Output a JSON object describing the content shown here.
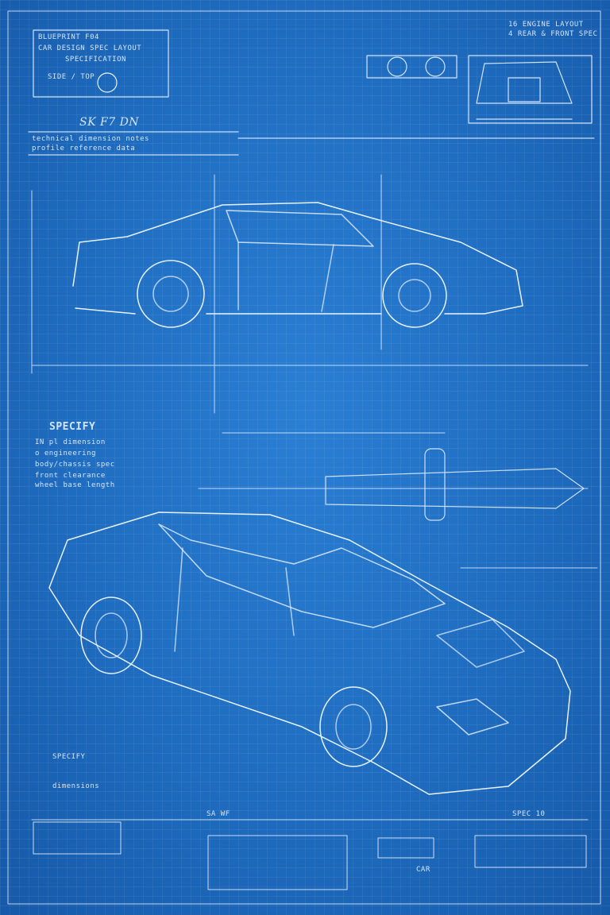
{
  "title_block": {
    "line1": "BLUEPRINT F04",
    "line2": "CAR DESIGN SPEC LAYOUT",
    "line3": "SPECIFICATION",
    "note": "SIDE / TOP"
  },
  "header_label": "SK  F7   DN",
  "header_notes": [
    "technical dimension notes",
    "profile reference data"
  ],
  "top_right_label": [
    "16 ENGINE LAYOUT",
    "4 REAR & FRONT SPEC"
  ],
  "spec_section": {
    "heading": "SPECIFY",
    "lines": [
      "IN  pl dimension",
      "o engineering",
      "body/chassis spec",
      "front clearance",
      "wheel base length"
    ]
  },
  "bottom_left_notes": [
    "SPECIFY",
    "dimensions"
  ],
  "bottom_label": "SA  WF",
  "bottom_right_label": "SPEC 10",
  "bottom_caption": "CAR",
  "stroke_color": "#e8f2ff",
  "background_color": "#1e6cc0"
}
